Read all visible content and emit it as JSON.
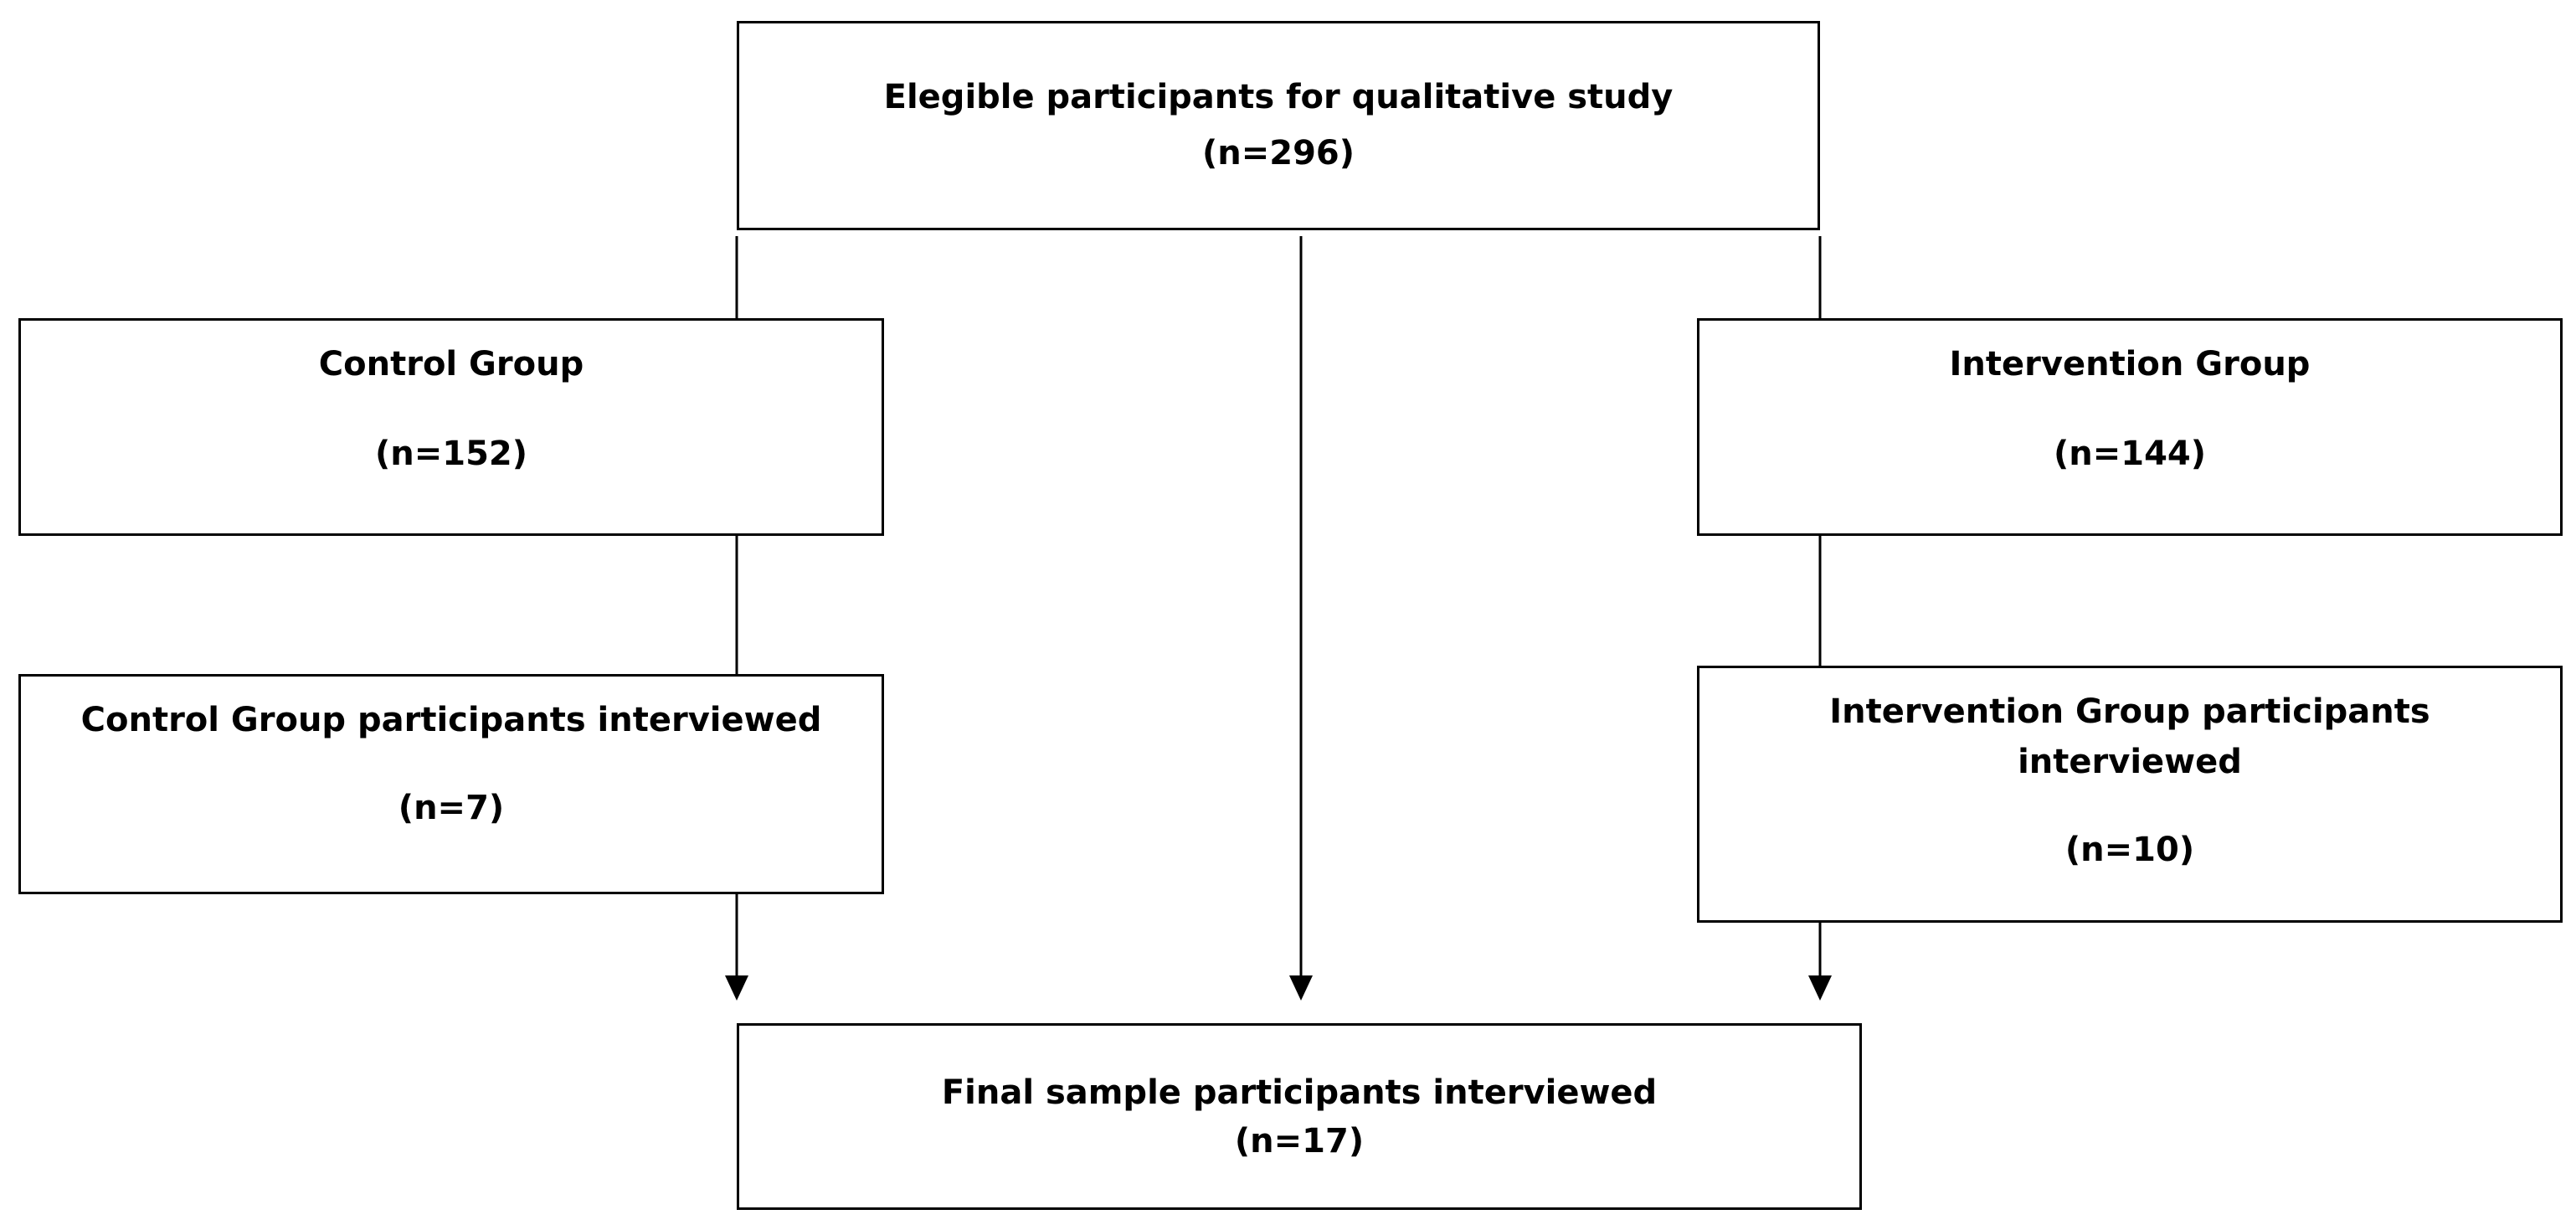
{
  "eligible": {
    "title": "Elegible participants for qualitative study",
    "count": "(n=296)"
  },
  "control_group": {
    "title": "Control Group",
    "count": "(n=152)"
  },
  "intervention_group": {
    "title": "Intervention Group",
    "count": "(n=144)"
  },
  "control_interviewed": {
    "title": "Control Group participants interviewed",
    "count": "(n=7)"
  },
  "intervention_interviewed": {
    "title_line1": "Intervention Group participants",
    "title_line2": "interviewed",
    "count": "(n=10)"
  },
  "final_sample": {
    "title": "Final sample participants interviewed",
    "count": "(n=17)"
  },
  "colors": {
    "line": "#000000",
    "box_border": "#000000",
    "background": "#ffffff"
  }
}
